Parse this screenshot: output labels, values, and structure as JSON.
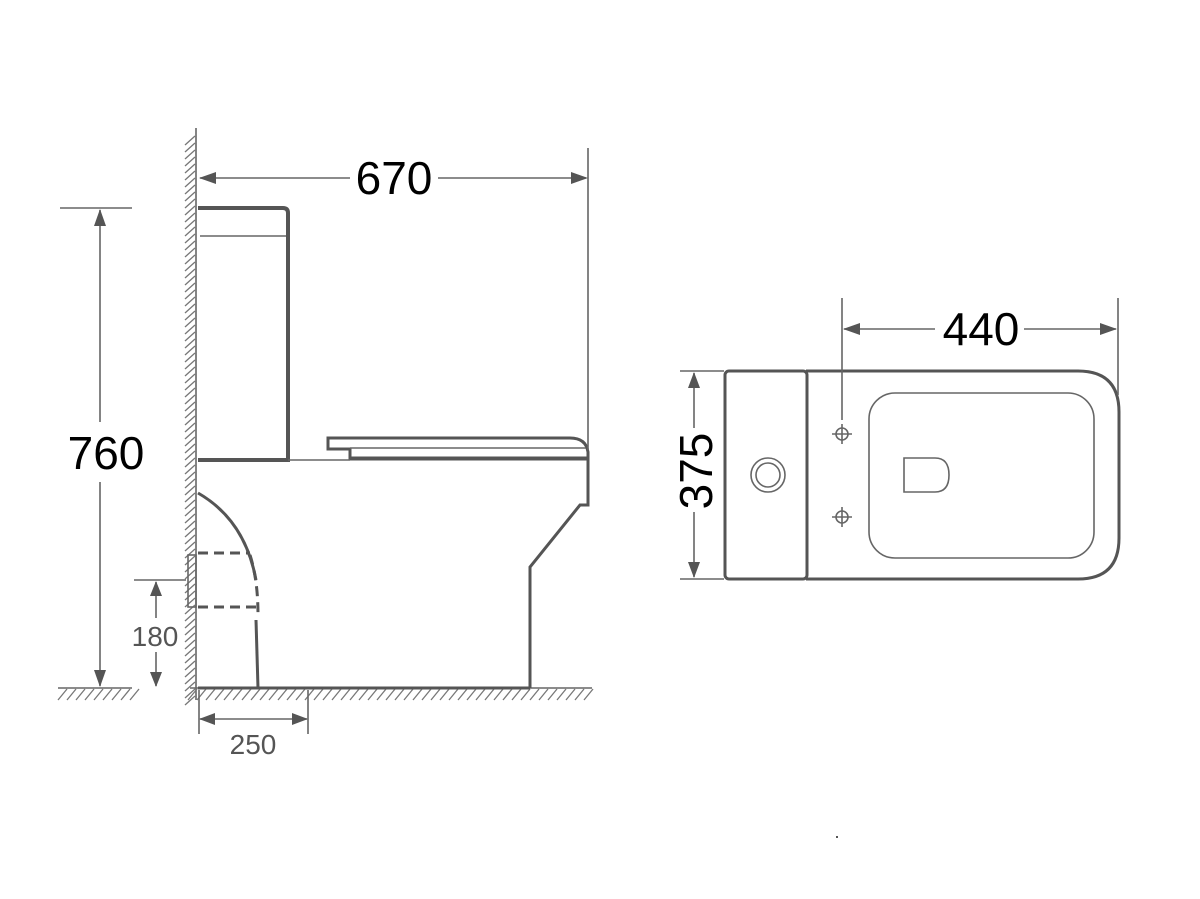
{
  "diagram": {
    "type": "technical drawing",
    "subject": "close-coupled toilet dimensions",
    "units": "mm",
    "side_view": {
      "total_depth": "670",
      "total_height": "760",
      "outlet_height": "180",
      "outlet_distance_from_wall": "250"
    },
    "top_view": {
      "width": "375",
      "fixing_to_front": "440"
    }
  },
  "colors": {
    "line": "#555555",
    "text": "#000000",
    "small_text": "#555555",
    "background": "#ffffff"
  }
}
